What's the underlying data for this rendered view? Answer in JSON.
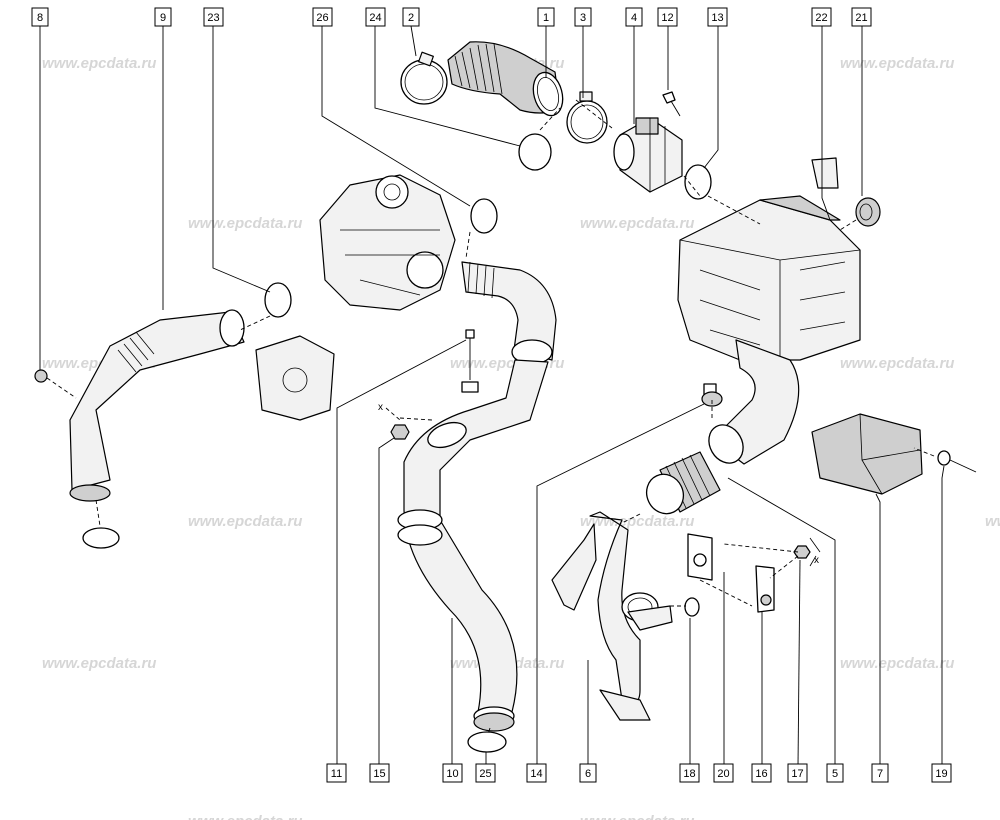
{
  "watermark": "www.epcdata.ru",
  "callouts": [
    "8",
    "9",
    "23",
    "26",
    "24",
    "2",
    "1",
    "3",
    "4",
    "12",
    "13",
    "22",
    "21",
    "11",
    "15",
    "10",
    "25",
    "14",
    "6",
    "18",
    "20",
    "16",
    "17",
    "5",
    "7",
    "19"
  ],
  "cross_marks": [
    "x",
    "x"
  ]
}
